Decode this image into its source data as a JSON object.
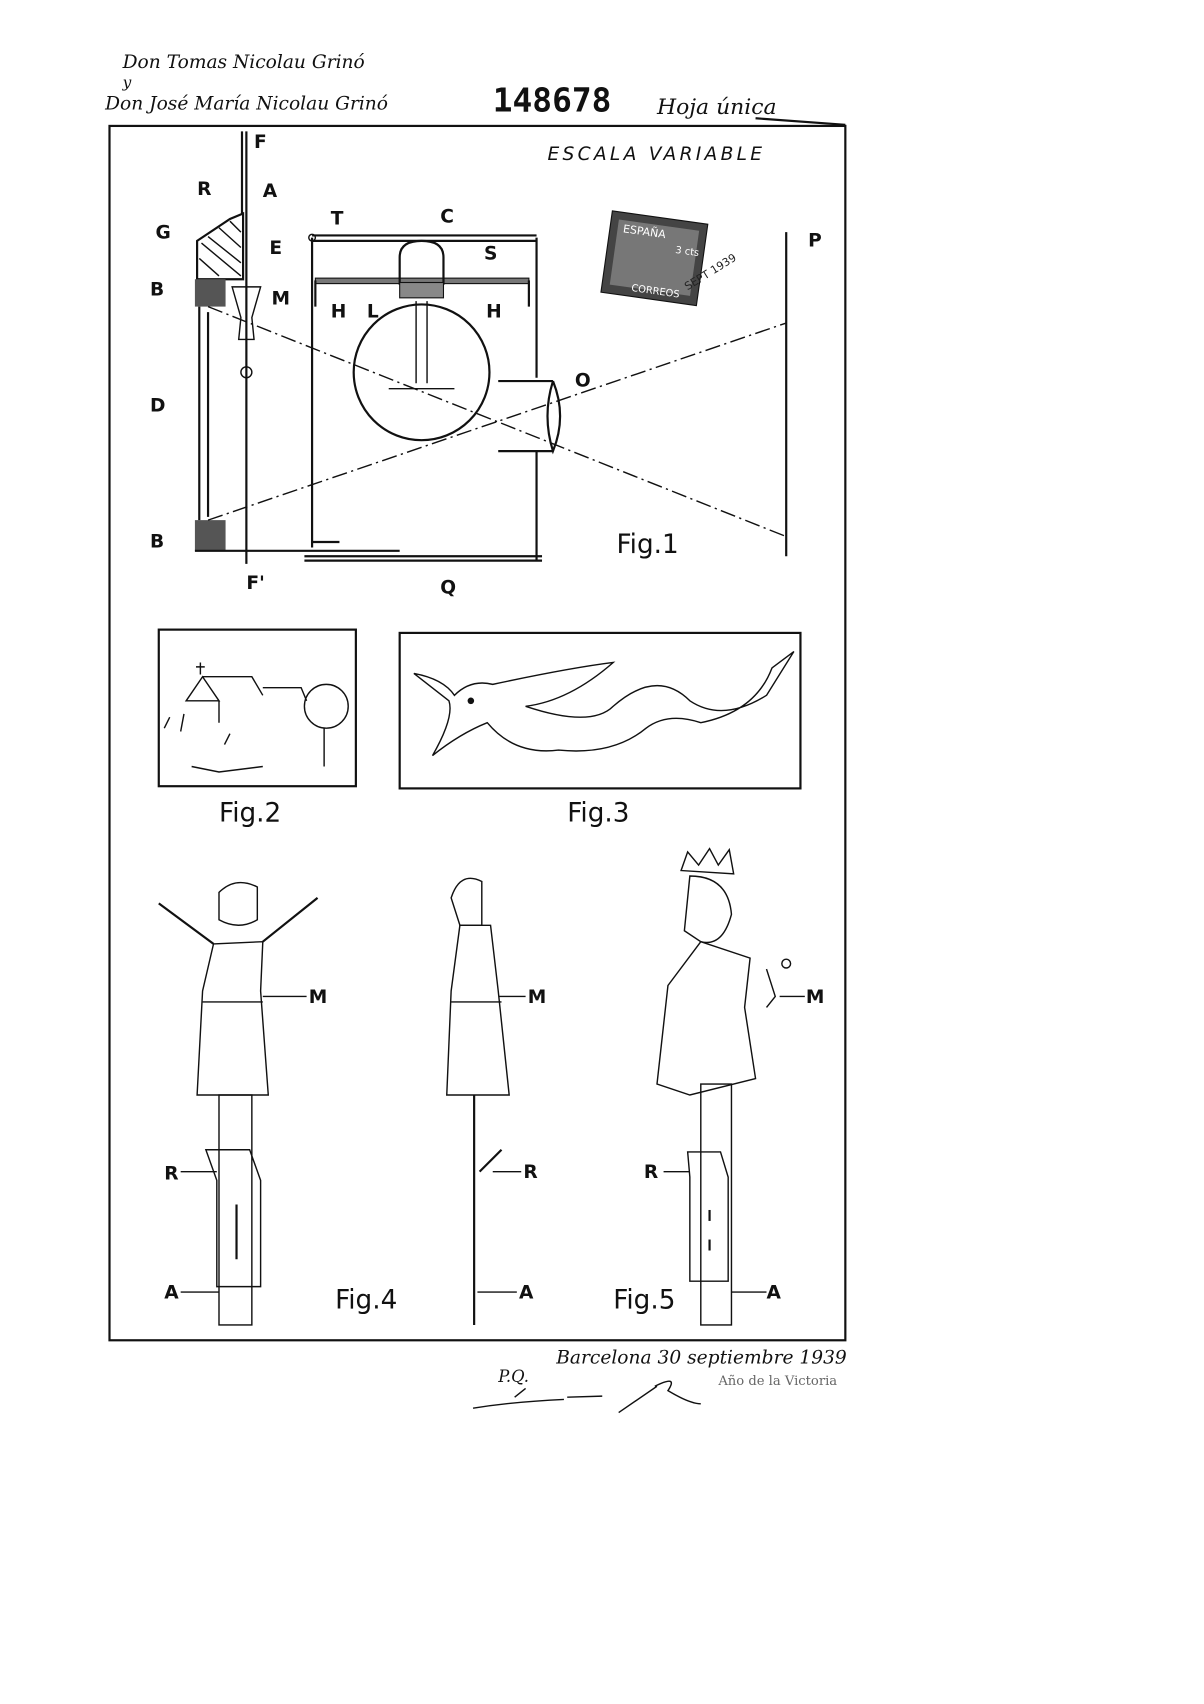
{
  "header": {
    "applicant_line1": "Don Tomas Nicolau Grinó",
    "conjunction": "y",
    "applicant_line2": "Don José María Nicolau Grinó",
    "patent_number": "148678",
    "sheet_note": "Hoja única"
  },
  "drawing": {
    "scale_note": "ESCALA VARIABLE",
    "fig1_labels": {
      "F": "F",
      "R": "R",
      "A": "A",
      "G": "G",
      "E": "E",
      "B_top": "B",
      "M": "M",
      "D": "D",
      "B_bottom": "B",
      "F_prime": "F'",
      "T": "T",
      "C": "C",
      "S": "S",
      "H_left": "H",
      "L": "L",
      "H_right": "H",
      "O": "O",
      "P": "P",
      "Q": "Q"
    },
    "fig_captions": [
      "Fig.1",
      "Fig.2",
      "Fig.3",
      "Fig.4",
      "Fig.5"
    ],
    "fig4_labels": {
      "M": "M",
      "R": "R",
      "A": "A"
    },
    "fig4b_labels": {
      "M": "M",
      "R": "R",
      "A": "A"
    },
    "fig5_labels": {
      "M": "M",
      "R": "R",
      "A": "A"
    },
    "stamp": {
      "country": "ESPAÑA",
      "value": "3 cts",
      "service": "CORREOS",
      "postmark": "SEPT 1939"
    }
  },
  "footer": {
    "place_date": "Barcelona 30 septiembre 1939",
    "initials": "P.Q.",
    "year_stamp": "Año de la Victoria",
    "signature": "signature"
  }
}
